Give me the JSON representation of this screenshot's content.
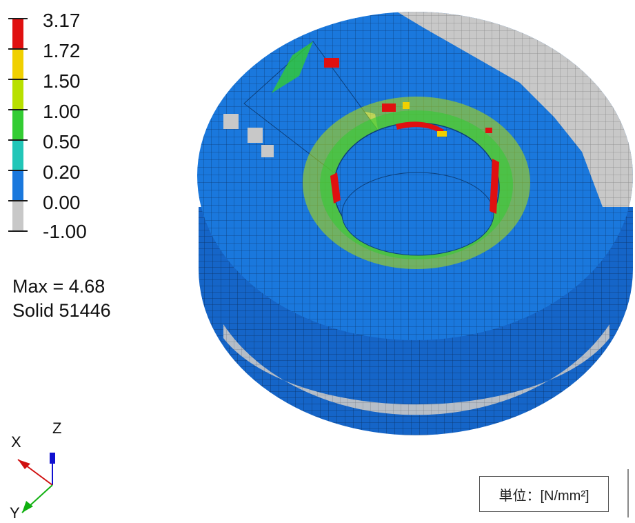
{
  "legend": {
    "levels": [
      "3.17",
      "1.72",
      "1.50",
      "1.00",
      "0.50",
      "0.20",
      "0.00",
      "-1.00"
    ],
    "colors": [
      "#e01010",
      "#f0d000",
      "#b8e000",
      "#33cc33",
      "#22c6b8",
      "#1a78dd",
      "#c8c8c8"
    ]
  },
  "stats": {
    "max": "Max = 4.68",
    "solid": "Solid 51446"
  },
  "axes": {
    "x": "X",
    "y": "Y",
    "z": "Z",
    "colors": {
      "x": "#d01010",
      "y": "#10b010",
      "z": "#1010d0"
    }
  },
  "unit": {
    "label": "単位：[N/mm²]"
  },
  "model": {
    "mesh_color": "#1a78dd",
    "side_color": "#1565c8",
    "low_color": "#c8c8c8"
  }
}
